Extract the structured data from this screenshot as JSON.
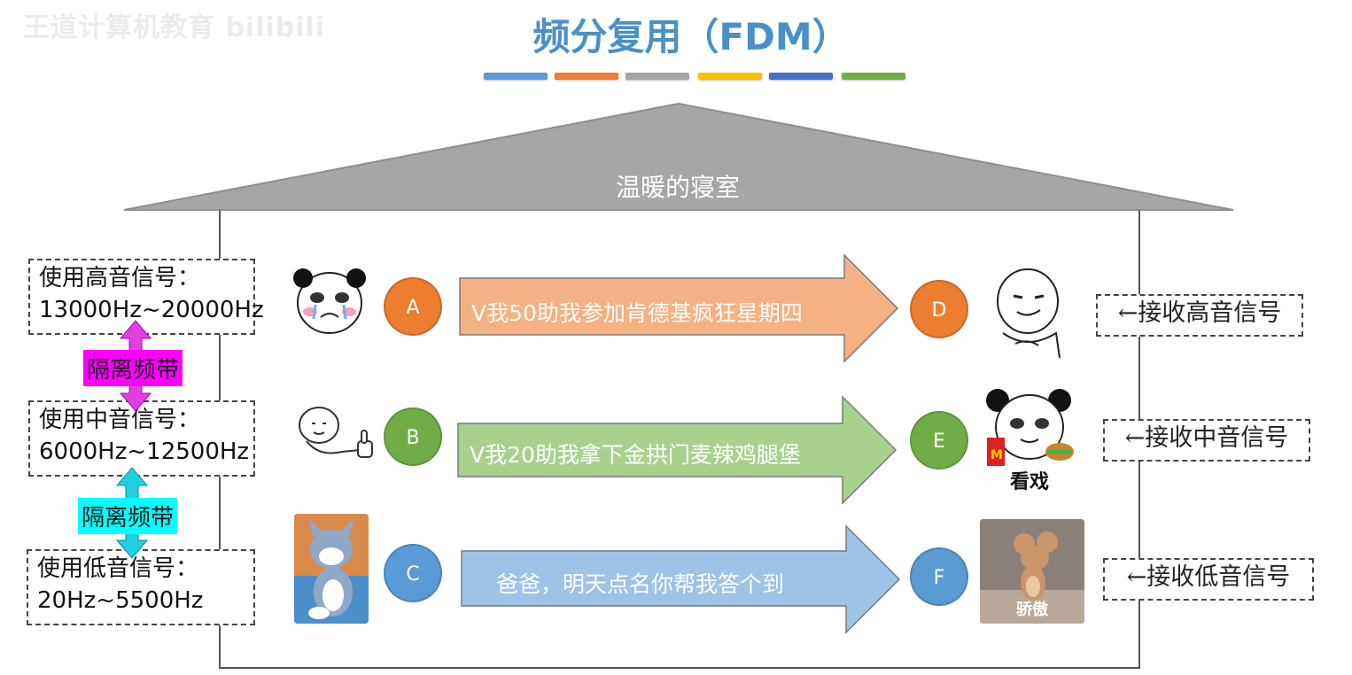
{
  "watermark": "王道计算机教育 bilibili",
  "title": "频分复用（FDM）",
  "title_bar_colors": [
    "#5b9bd5",
    "#ed7d31",
    "#a5a5a5",
    "#ffc000",
    "#4472c4",
    "#70ad47"
  ],
  "roof_label": "温暖的寝室",
  "senders": [
    {
      "band_line1": "使用高音信号：",
      "band_line2": "13000Hz~20000Hz",
      "id": "A",
      "color": "#ed7d31"
    },
    {
      "band_line1": "使用中音信号：",
      "band_line2": "6000Hz~12500Hz",
      "id": "B",
      "color": "#70ad47"
    },
    {
      "band_line1": "使用低音信号：",
      "band_line2": "20Hz~5500Hz",
      "id": "C",
      "color": "#5b9bd5"
    }
  ],
  "guard_bands": [
    {
      "label": "隔离频带",
      "color": "#ff00ff"
    },
    {
      "label": "隔离频带",
      "color": "#00ffff"
    }
  ],
  "messages": [
    {
      "text": "V我50助我参加肯德基疯狂星期四",
      "color": "#f4b183"
    },
    {
      "text": "V我20助我拿下金拱门麦辣鸡腿堡",
      "color": "#a9d18e"
    },
    {
      "text": "爸爸，明天点名你帮我答个到",
      "color": "#9dc3e6"
    }
  ],
  "receivers": [
    {
      "id": "D",
      "color": "#ed7d31",
      "receive_label": "←接收高音信号"
    },
    {
      "id": "E",
      "color": "#70ad47",
      "receive_label": "←接收中音信号"
    },
    {
      "id": "F",
      "color": "#5b9bd5",
      "receive_label": "←接收低音信号"
    }
  ],
  "pictures": {
    "e_caption": "看戏",
    "f_caption": "骄傲"
  },
  "icons": [
    "panda-meme-crying-icon",
    "panda-meme-smug-icon",
    "thumbs-up-meme-icon",
    "panda-meme-watching-icon",
    "tom-cat-praying-icon",
    "jerry-mouse-proud-icon"
  ]
}
